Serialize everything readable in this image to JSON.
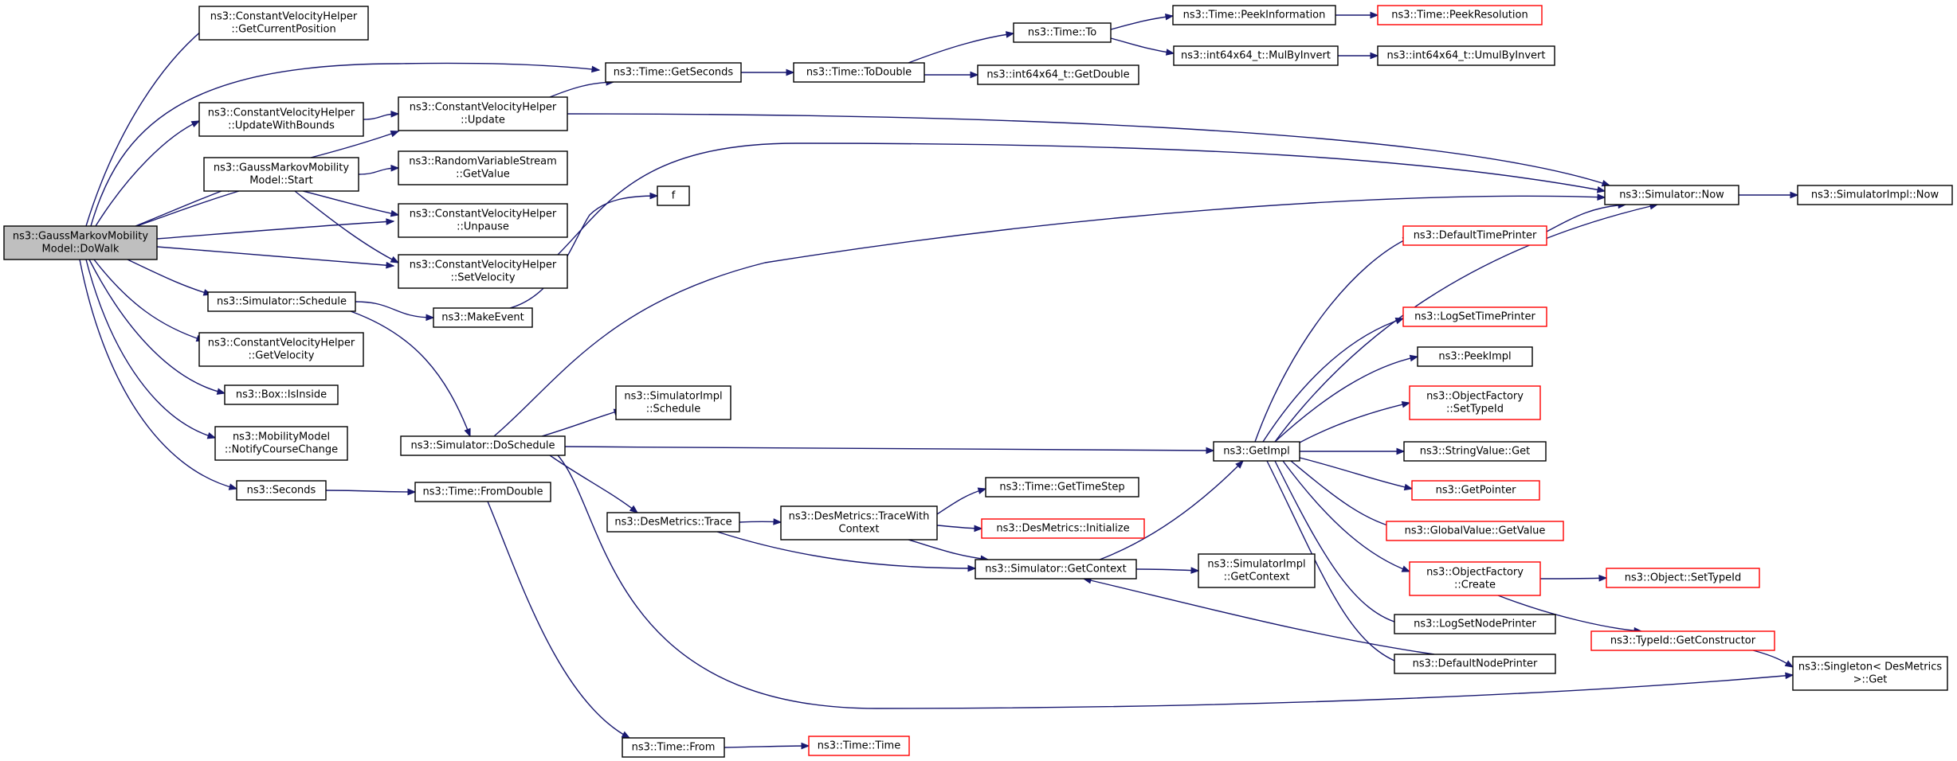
{
  "diagram": {
    "type": "call-graph",
    "colors": {
      "edge": "#191970",
      "root_fill": "#bfbfbf",
      "node_border": "#000000",
      "undocumented_border": "#ff0000"
    },
    "nodes": [
      {
        "id": "dowalk",
        "lines": [
          "ns3::GaussMarkovMobility",
          "Model::DoWalk"
        ],
        "root": true
      },
      {
        "id": "getcurpos",
        "lines": [
          "ns3::ConstantVelocityHelper",
          "::GetCurrentPosition"
        ]
      },
      {
        "id": "updbounds",
        "lines": [
          "ns3::ConstantVelocityHelper",
          "::UpdateWithBounds"
        ]
      },
      {
        "id": "start",
        "lines": [
          "ns3::GaussMarkovMobility",
          "Model::Start"
        ]
      },
      {
        "id": "schedule",
        "lines": [
          "ns3::Simulator::Schedule"
        ]
      },
      {
        "id": "getvel",
        "lines": [
          "ns3::ConstantVelocityHelper",
          "::GetVelocity"
        ]
      },
      {
        "id": "isinside",
        "lines": [
          "ns3::Box::IsInside"
        ]
      },
      {
        "id": "notify",
        "lines": [
          "ns3::MobilityModel",
          "::NotifyCourseChange"
        ]
      },
      {
        "id": "seconds",
        "lines": [
          "ns3::Seconds"
        ]
      },
      {
        "id": "update",
        "lines": [
          "ns3::ConstantVelocityHelper",
          "::Update"
        ]
      },
      {
        "id": "rvs",
        "lines": [
          "ns3::RandomVariableStream",
          "::GetValue"
        ]
      },
      {
        "id": "unpause",
        "lines": [
          "ns3::ConstantVelocityHelper",
          "::Unpause"
        ]
      },
      {
        "id": "setvel",
        "lines": [
          "ns3::ConstantVelocityHelper",
          "::SetVelocity"
        ]
      },
      {
        "id": "makeevent",
        "lines": [
          "ns3::MakeEvent"
        ]
      },
      {
        "id": "doschedule",
        "lines": [
          "ns3::Simulator::DoSchedule"
        ]
      },
      {
        "id": "fromdouble",
        "lines": [
          "ns3::Time::FromDouble"
        ]
      },
      {
        "id": "getseconds",
        "lines": [
          "ns3::Time::GetSeconds"
        ]
      },
      {
        "id": "f",
        "lines": [
          "f"
        ]
      },
      {
        "id": "simimplsched",
        "lines": [
          "ns3::SimulatorImpl",
          "::Schedule"
        ]
      },
      {
        "id": "trace",
        "lines": [
          "ns3::DesMetrics::Trace"
        ]
      },
      {
        "id": "timefrom",
        "lines": [
          "ns3::Time::From"
        ]
      },
      {
        "id": "todouble",
        "lines": [
          "ns3::Time::ToDouble"
        ]
      },
      {
        "id": "tracectx",
        "lines": [
          "ns3::DesMetrics::TraceWith",
          "Context"
        ]
      },
      {
        "id": "timeto",
        "lines": [
          "ns3::Time::To"
        ]
      },
      {
        "id": "i64getdouble",
        "lines": [
          "ns3::int64x64_t::GetDouble"
        ]
      },
      {
        "id": "gettimestep",
        "lines": [
          "ns3::Time::GetTimeStep"
        ]
      },
      {
        "id": "dminit",
        "lines": [
          "ns3::DesMetrics::Initialize"
        ],
        "missing": true
      },
      {
        "id": "getctx",
        "lines": [
          "ns3::Simulator::GetContext"
        ]
      },
      {
        "id": "timetime",
        "lines": [
          "ns3::Time::Time"
        ],
        "missing": true
      },
      {
        "id": "peekinfo",
        "lines": [
          "ns3::Time::PeekInformation"
        ]
      },
      {
        "id": "mulbyinv",
        "lines": [
          "ns3::int64x64_t::MulByInvert"
        ]
      },
      {
        "id": "getimpl",
        "lines": [
          "ns3::GetImpl"
        ]
      },
      {
        "id": "simimplgetctx",
        "lines": [
          "ns3::SimulatorImpl",
          "::GetContext"
        ]
      },
      {
        "id": "peekres",
        "lines": [
          "ns3::Time::PeekResolution"
        ],
        "missing": true
      },
      {
        "id": "umulbyinv",
        "lines": [
          "ns3::int64x64_t::UmulByInvert"
        ]
      },
      {
        "id": "simnow",
        "lines": [
          "ns3::Simulator::Now"
        ]
      },
      {
        "id": "deftp",
        "lines": [
          "ns3::DefaultTimePrinter"
        ],
        "missing": true
      },
      {
        "id": "logstp",
        "lines": [
          "ns3::LogSetTimePrinter"
        ],
        "missing": true
      },
      {
        "id": "peekimpl",
        "lines": [
          "ns3::PeekImpl"
        ]
      },
      {
        "id": "ofsettype",
        "lines": [
          "ns3::ObjectFactory",
          "::SetTypeId"
        ],
        "missing": true
      },
      {
        "id": "strget",
        "lines": [
          "ns3::StringValue::Get"
        ]
      },
      {
        "id": "getptr",
        "lines": [
          "ns3::GetPointer"
        ],
        "missing": true
      },
      {
        "id": "gvgetval",
        "lines": [
          "ns3::GlobalValue::GetValue"
        ],
        "missing": true
      },
      {
        "id": "ofcreate",
        "lines": [
          "ns3::ObjectFactory",
          "::Create"
        ],
        "missing": true
      },
      {
        "id": "logsnp",
        "lines": [
          "ns3::LogSetNodePrinter"
        ]
      },
      {
        "id": "defnp",
        "lines": [
          "ns3::DefaultNodePrinter"
        ]
      },
      {
        "id": "simimplnow",
        "lines": [
          "ns3::SimulatorImpl::Now"
        ]
      },
      {
        "id": "objsettype",
        "lines": [
          "ns3::Object::SetTypeId"
        ],
        "missing": true
      },
      {
        "id": "typeidgetctor",
        "lines": [
          "ns3::TypeId::GetConstructor"
        ],
        "missing": true
      },
      {
        "id": "singleton",
        "lines": [
          "ns3::Singleton< DesMetrics",
          ">::Get"
        ]
      }
    ],
    "edges": [
      [
        "dowalk",
        "getcurpos"
      ],
      [
        "dowalk",
        "getseconds"
      ],
      [
        "dowalk",
        "updbounds"
      ],
      [
        "dowalk",
        "start"
      ],
      [
        "dowalk",
        "unpause"
      ],
      [
        "dowalk",
        "setvel"
      ],
      [
        "dowalk",
        "schedule"
      ],
      [
        "dowalk",
        "getvel"
      ],
      [
        "dowalk",
        "isinside"
      ],
      [
        "dowalk",
        "notify"
      ],
      [
        "dowalk",
        "seconds"
      ],
      [
        "start",
        "dowalk"
      ],
      [
        "start",
        "update"
      ],
      [
        "start",
        "rvs"
      ],
      [
        "start",
        "unpause"
      ],
      [
        "start",
        "setvel"
      ],
      [
        "updbounds",
        "update"
      ],
      [
        "update",
        "getseconds"
      ],
      [
        "update",
        "simnow"
      ],
      [
        "setvel",
        "simnow"
      ],
      [
        "schedule",
        "makeevent"
      ],
      [
        "schedule",
        "doschedule"
      ],
      [
        "makeevent",
        "f"
      ],
      [
        "seconds",
        "fromdouble"
      ],
      [
        "fromdouble",
        "timefrom"
      ],
      [
        "getseconds",
        "todouble"
      ],
      [
        "todouble",
        "timeto"
      ],
      [
        "todouble",
        "i64getdouble"
      ],
      [
        "timeto",
        "peekinfo"
      ],
      [
        "timeto",
        "mulbyinv"
      ],
      [
        "peekinfo",
        "peekres"
      ],
      [
        "mulbyinv",
        "umulbyinv"
      ],
      [
        "doschedule",
        "simnow"
      ],
      [
        "doschedule",
        "simimplsched"
      ],
      [
        "doschedule",
        "getimpl"
      ],
      [
        "doschedule",
        "trace"
      ],
      [
        "doschedule",
        "singleton"
      ],
      [
        "trace",
        "tracectx"
      ],
      [
        "trace",
        "getctx"
      ],
      [
        "tracectx",
        "gettimestep"
      ],
      [
        "tracectx",
        "dminit"
      ],
      [
        "tracectx",
        "getctx"
      ],
      [
        "getctx",
        "getimpl"
      ],
      [
        "getctx",
        "simimplgetctx"
      ],
      [
        "timefrom",
        "timetime"
      ],
      [
        "simnow",
        "simimplnow"
      ],
      [
        "getimpl",
        "simnow"
      ],
      [
        "getimpl",
        "deftp"
      ],
      [
        "getimpl",
        "logstp"
      ],
      [
        "getimpl",
        "peekimpl"
      ],
      [
        "getimpl",
        "ofsettype"
      ],
      [
        "getimpl",
        "strget"
      ],
      [
        "getimpl",
        "getptr"
      ],
      [
        "getimpl",
        "gvgetval"
      ],
      [
        "getimpl",
        "ofcreate"
      ],
      [
        "getimpl",
        "logsnp"
      ],
      [
        "getimpl",
        "defnp"
      ],
      [
        "deftp",
        "simnow"
      ],
      [
        "defnp",
        "getctx"
      ],
      [
        "ofcreate",
        "objsettype"
      ],
      [
        "ofcreate",
        "typeidgetctor"
      ],
      [
        "typeidgetctor",
        "singleton"
      ]
    ]
  }
}
